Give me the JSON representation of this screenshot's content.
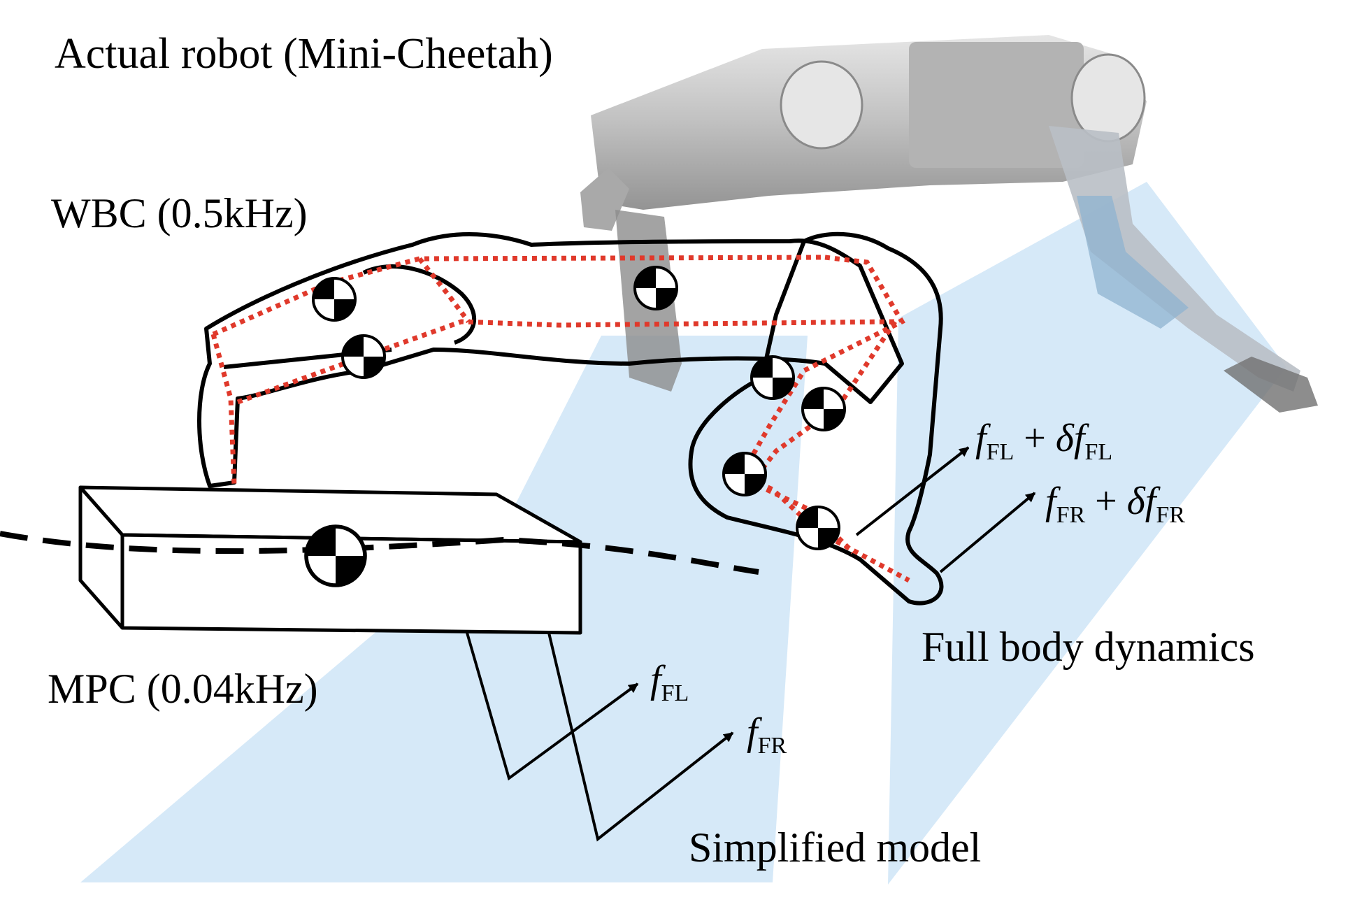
{
  "labels": {
    "actual_robot": "Actual robot (Mini-Cheetah)",
    "wbc": "WBC (0.5kHz)",
    "mpc": "MPC (0.04kHz)",
    "full_body": "Full body dynamics",
    "simplified": "Simplified model"
  },
  "forces": {
    "f_symbol": "f",
    "delta_symbol": "δ",
    "plus_symbol": "+",
    "fl_sub": "FL",
    "fr_sub": "FR"
  },
  "colors": {
    "projection_fill": "#d6e9f8",
    "link_dotted": "#e0392b",
    "outline": "#000000",
    "robot_metal": "#c9c9c9"
  },
  "icons": [
    "center-of-mass-icon"
  ]
}
